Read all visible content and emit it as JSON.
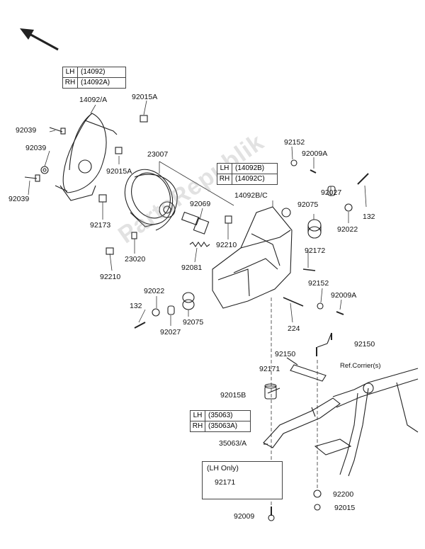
{
  "watermark": "PartsRepublik",
  "ref_note": "Ref.Corrier(s)",
  "tables": {
    "t14092": {
      "rows": [
        {
          "side": "LH",
          "pn": "(14092)"
        },
        {
          "side": "RH",
          "pn": "(14092A)"
        }
      ]
    },
    "t14092b": {
      "rows": [
        {
          "side": "LH",
          "pn": "(14092B)"
        },
        {
          "side": "RH",
          "pn": "(14092C)"
        }
      ]
    },
    "t35063": {
      "rows": [
        {
          "side": "LH",
          "pn": "(35063)"
        },
        {
          "side": "RH",
          "pn": "(35063A)"
        }
      ]
    }
  },
  "lh_only": {
    "title": "(LH Only)",
    "part": "92171"
  },
  "labels": {
    "l14092a": "14092/A",
    "l92015a_top": "92015A",
    "l92039_a": "92039",
    "l92039_b": "92039",
    "l92039_c": "92039",
    "l92015a_mid": "92015A",
    "l23007": "23007",
    "l92173": "92173",
    "l92069": "92069",
    "l92210_a": "92210",
    "l92210_b": "92210",
    "l23020": "23020",
    "l92081": "92081",
    "l14092bc": "14092B/C",
    "l92152_a": "92152",
    "l92009a_a": "92009A",
    "l92027_a": "92027",
    "l92075_a": "92075",
    "l132_a": "132",
    "l92022_a": "92022",
    "l92172": "92172",
    "l92152_b": "92152",
    "l92009a_b": "92009A",
    "l92022_b": "92022",
    "l132_b": "132",
    "l92027_b": "92027",
    "l92075_b": "92075",
    "l224": "224",
    "l92150_a": "92150",
    "l92150_b": "92150",
    "l92171": "92171",
    "l92015b": "92015B",
    "l35063a": "35063/A",
    "l92200": "92200",
    "l92015": "92015",
    "l92009": "92009"
  }
}
